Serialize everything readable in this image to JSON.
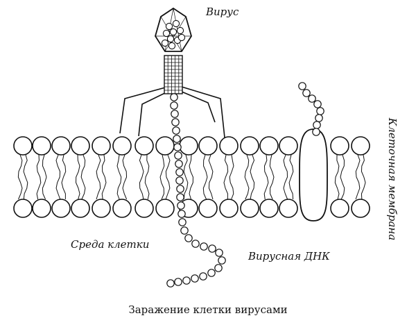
{
  "labels": {
    "virus": "Вирус",
    "cell_environment": "Среда клетки",
    "viral_dna": "Вирусная ДНК",
    "cell_membrane": "Клеточная мембрана",
    "caption": "Заражение клетки вирусами"
  },
  "colors": {
    "ink": "#111111",
    "background": "#ffffff"
  }
}
